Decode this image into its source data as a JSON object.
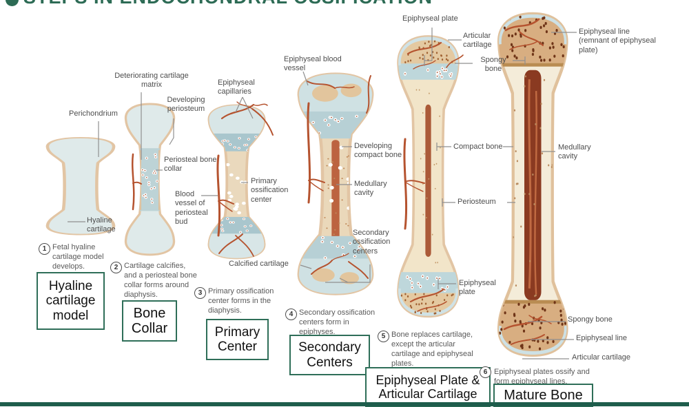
{
  "title": "STEPS IN ENDOCHONDRAL OSSIFICATION",
  "colors": {
    "accent_green": "#2d6b55",
    "box_border_green": "#2e6e58",
    "bottom_bar": "#1e5d4c",
    "label_gray": "#4d4d4d",
    "cartilage_blue": "#dfeaea",
    "bone_tan": "#ead8ba",
    "vessel_red": "#b5532f",
    "marrow_dark": "#8a3a21"
  },
  "stages": [
    {
      "number": "1",
      "step_text": "Fetal hyaline cartilage model develops.",
      "box_label": "Hyaline cartilage model"
    },
    {
      "number": "2",
      "step_text": "Cartilage calcifies, and a periosteal bone collar forms around diaphysis.",
      "box_label": "Bone Collar"
    },
    {
      "number": "3",
      "step_text": "Primary ossification center forms in the diaphysis.",
      "box_label": "Primary Center"
    },
    {
      "number": "4",
      "step_text": "Secondary ossification centers form in epiphyses.",
      "box_label": "Secondary Centers"
    },
    {
      "number": "5",
      "step_text": "Bone replaces cartilage, except the articular cartilage and epiphyseal plates.",
      "box_label": "Epiphyseal Plate & Articular Cartilage"
    },
    {
      "number": "6",
      "step_text": "Epiphyseal plates ossify and form epiphyseal lines.",
      "box_label": "Mature Bone"
    }
  ],
  "anatomy_labels": {
    "perichondrium": "Perichondrium",
    "hyaline_cartilage": "Hyaline cartilage",
    "deteriorating_matrix": "Deteriorating cartilage matrix",
    "developing_periosteum": "Developing periosteum",
    "periosteal_bone_collar": "Periosteal bone collar",
    "blood_vessel_bud": "Blood vessel of periosteal bud",
    "epiphyseal_capillaries": "Epiphyseal capillaries",
    "primary_ossification_center": "Primary ossification center",
    "calcified_cartilage": "Calcified cartilage",
    "epiphyseal_blood_vessel": "Epiphyseal blood vessel",
    "developing_compact_bone": "Developing compact bone",
    "medullary_cavity_4": "Medullary cavity",
    "secondary_ossification_centers": "Secondary ossification centers",
    "epiphyseal_plate_top": "Epiphyseal plate",
    "articular_cartilage_top": "Articular cartilage",
    "spongy_bone_top": "Spongy bone",
    "epiphyseal_line_remnant": "Epiphyseal line (remnant of epiphyseal plate)",
    "compact_bone": "Compact bone",
    "medullary_cavity_6": "Medullary cavity",
    "periosteum": "Periosteum",
    "epiphyseal_plate_bottom": "Epiphyseal plate",
    "spongy_bone_bottom": "Spongy bone",
    "epiphyseal_line_bottom": "Epiphyseal line",
    "articular_cartilage_bottom": "Articular cartilage"
  }
}
